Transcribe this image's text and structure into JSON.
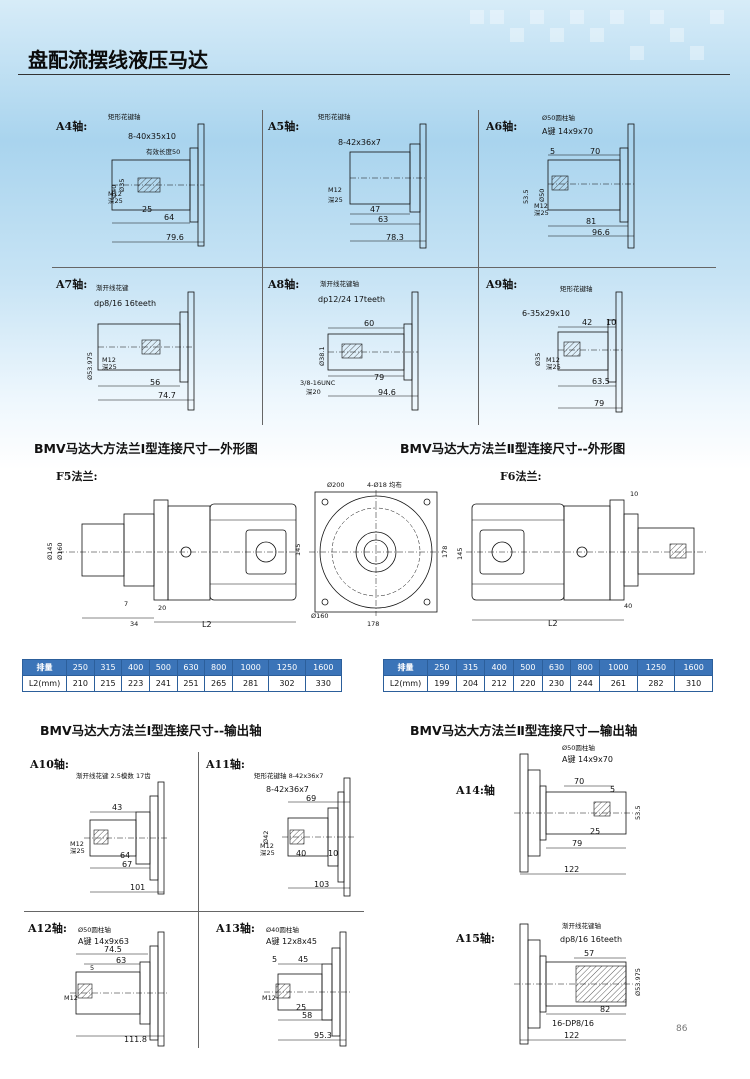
{
  "page": {
    "title": "盘配流摆线液压马达",
    "page_number": "86"
  },
  "shafts_top": [
    {
      "label": "A4轴:",
      "type": "矩形花键轴",
      "spec": "8-40x35x10",
      "note": "有效长度50",
      "dims": [
        "Ø40",
        "Ø35",
        "M12",
        "深25",
        "25",
        "64",
        "79.6"
      ]
    },
    {
      "label": "A5轴:",
      "type": "矩形花键轴",
      "spec": "8-42x36x7",
      "dims": [
        "M12",
        "深25",
        "47",
        "63",
        "78.3"
      ]
    },
    {
      "label": "A6轴:",
      "type": "Ø50圆柱轴",
      "spec": "A键 14x9x70",
      "dims": [
        "5",
        "70",
        "53.5",
        "Ø50",
        "M12",
        "深25",
        "81",
        "96.6"
      ]
    },
    {
      "label": "A7轴:",
      "type": "渐开线花键",
      "spec": "dp8/16   16teeth",
      "dims": [
        "Ø53.975",
        "M12",
        "深25",
        "56",
        "74.7"
      ]
    },
    {
      "label": "A8轴:",
      "type": "渐开线花键轴",
      "spec": "dp12/24   17teeth",
      "dims": [
        "60",
        "Ø38.1",
        "79",
        "3/8-16UNC",
        "深20",
        "94.6"
      ]
    },
    {
      "label": "A9轴:",
      "type": "矩形花键轴",
      "spec": "6-35x29x10",
      "dims": [
        "42",
        "10",
        "Ø35",
        "M12",
        "深25",
        "63.5",
        "79"
      ]
    }
  ],
  "flange_titles": {
    "left": "BMV马达大方法兰Ⅰ型连接尺寸—外形图",
    "right": "BMV马达大方法兰Ⅱ型连接尺寸--外形图"
  },
  "flange_labels": {
    "f5": "F5法兰:",
    "f6": "F6法兰:"
  },
  "flange_dims": {
    "f5": [
      "Ø145",
      "Ø160",
      "7",
      "20",
      "34",
      "L2",
      "145"
    ],
    "front": [
      "Ø200",
      "4-Ø18 均布",
      "Ø160",
      "178",
      "178"
    ],
    "f6": [
      "10",
      "145",
      "L2",
      "40"
    ]
  },
  "table_left": {
    "header": [
      "排量",
      "250",
      "315",
      "400",
      "500",
      "630",
      "800",
      "1000",
      "1250",
      "1600"
    ],
    "row": [
      "L2(mm)",
      "210",
      "215",
      "223",
      "241",
      "251",
      "265",
      "281",
      "302",
      "330"
    ]
  },
  "table_right": {
    "header": [
      "排量",
      "250",
      "315",
      "400",
      "500",
      "630",
      "800",
      "1000",
      "1250",
      "1600"
    ],
    "row": [
      "L2(mm)",
      "199",
      "204",
      "212",
      "220",
      "230",
      "244",
      "261",
      "282",
      "310"
    ]
  },
  "output_titles": {
    "left": "BMV马达大方法兰Ⅰ型连接尺寸--输出轴",
    "right": "BMV马达大方法兰Ⅱ型连接尺寸—输出轴"
  },
  "shafts_bottom": [
    {
      "label": "A10轴:",
      "type": "渐开线花键 2.5模数  17齿",
      "dims": [
        "43",
        "M12",
        "深25",
        "64",
        "67",
        "101"
      ]
    },
    {
      "label": "A11轴:",
      "type": "矩形花键轴 8-42x36x7",
      "spec": "8-42x36x7",
      "dims": [
        "69",
        "40",
        "10",
        "Ø42",
        "M12",
        "深25",
        "103"
      ]
    },
    {
      "label": "A14:轴",
      "type": "Ø50圆柱轴",
      "spec": "A键 14x9x70",
      "dims": [
        "70",
        "5",
        "25",
        "53.5",
        "79",
        "122"
      ]
    },
    {
      "label": "A12轴:",
      "type": "Ø50圆柱轴",
      "spec": "A键 14x9x63",
      "dims": [
        "74.5",
        "63",
        "5",
        "M12",
        "111.8"
      ]
    },
    {
      "label": "A13轴:",
      "type": "Ø40圆柱轴",
      "spec": "A键 12x8x45",
      "dims": [
        "5",
        "45",
        "25",
        "58",
        "95.3",
        "M12"
      ]
    },
    {
      "label": "A15轴:",
      "type": "渐开线花键轴",
      "spec": "dp8/16   16teeth",
      "dims": [
        "57",
        "Ø53.975",
        "82",
        "16-DP8/16",
        "122"
      ]
    }
  ]
}
